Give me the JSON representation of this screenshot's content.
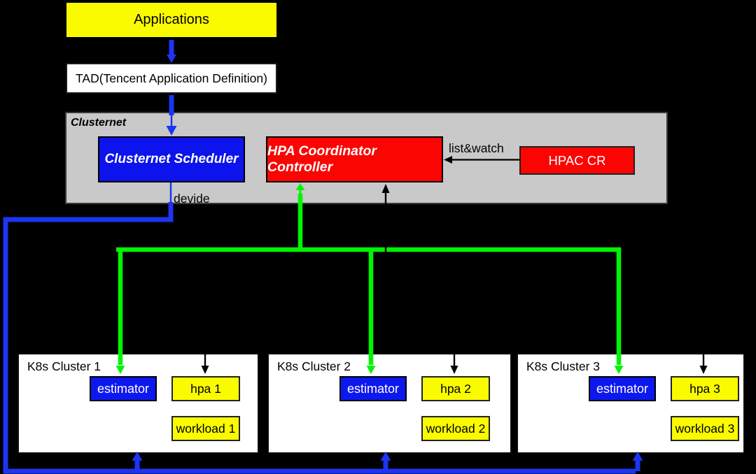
{
  "colors": {
    "background": "#000000",
    "yellow_box": "#fbfb00",
    "blue_box": "#0c13ec",
    "blue_line": "#1d35f2",
    "green_line": "#00f500",
    "red_box": "#fb0503",
    "gray_container": "#c9c9c9",
    "white_box": "#ffffff"
  },
  "apps": {
    "label": "Applications"
  },
  "tad": {
    "label": "TAD(Tencent Application Definition)"
  },
  "clusternet": {
    "label": "Clusternet",
    "scheduler": {
      "label": "Clusternet Scheduler"
    },
    "controller": {
      "label": "HPA Coordinator Controller"
    },
    "hpac_cr": {
      "label": "HPAC CR"
    }
  },
  "edge_labels": {
    "list_watch": "list&watch",
    "devide": "devide"
  },
  "clusters": [
    {
      "name": "K8s Cluster 1",
      "estimator": "estimator",
      "hpa": "hpa 1",
      "workload": "workload 1"
    },
    {
      "name": "K8s Cluster 2",
      "estimator": "estimator",
      "hpa": "hpa 2",
      "workload": "workload 2"
    },
    {
      "name": "K8s Cluster 3",
      "estimator": "estimator",
      "hpa": "hpa 3",
      "workload": "workload 3"
    }
  ]
}
